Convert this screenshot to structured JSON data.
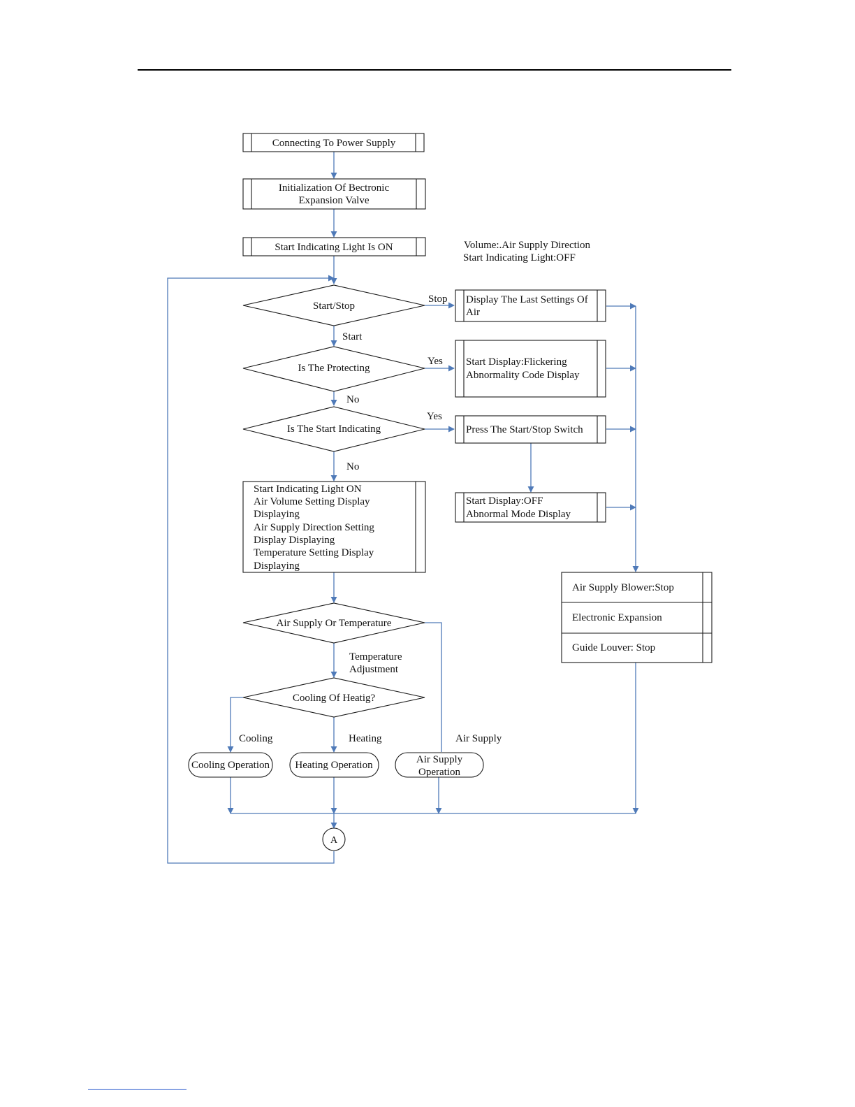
{
  "nodes": {
    "power": "Connecting To Power Supply",
    "init_1": "Initialization Of Bectronic",
    "init_2": "Expansion Valve",
    "light_on": "Start Indicating Light Is ON",
    "note_1": "Volume:.Air Supply Direction",
    "note_2": "Start Indicating Light:OFF",
    "start_stop": "Start/Stop",
    "protecting": "Is The Protecting",
    "start_ind": "Is The Start Indicating",
    "last_1": "Display The Last Settings Of",
    "last_2": "Air",
    "flicker_1": "Start Display:Flickering",
    "flicker_2": "Abnormality Code Display",
    "press": "Press The Start/Stop Switch",
    "off_1": "Start Display:OFF",
    "off_2": "Abnormal Mode Display",
    "big_1": "Start Indicating Light ON",
    "big_2": "Air Volume Setting Display",
    "big_3": "Displaying",
    "big_4": "Air Supply Direction Setting",
    "big_5": "Display Displaying",
    "big_6": "Temperature Setting Display",
    "big_7": "Displaying",
    "air_temp": "Air Supply Or Temperature",
    "cool_heat": "Cooling Of Heatig?",
    "blower": "Air Supply Blower:Stop",
    "electronic": "Electronic Expansion",
    "louver": "Guide Louver: Stop",
    "cooling_op": "Cooling Operation",
    "heating_op": "Heating Operation",
    "air_op_1": "Air Supply",
    "air_op_2": "Operation",
    "connector": "A"
  },
  "labels": {
    "stop": "Stop",
    "start": "Start",
    "yes1": "Yes",
    "no1": "No",
    "yes2": "Yes",
    "no2": "No",
    "temp_adj_1": "Temperature",
    "temp_adj_2": "Adjustment",
    "cooling": "Cooling",
    "heating": "Heating",
    "air_supply": "Air Supply"
  },
  "colors": {
    "connector_line": "#4f7ab8",
    "box_stroke": "#1a1a1a"
  }
}
